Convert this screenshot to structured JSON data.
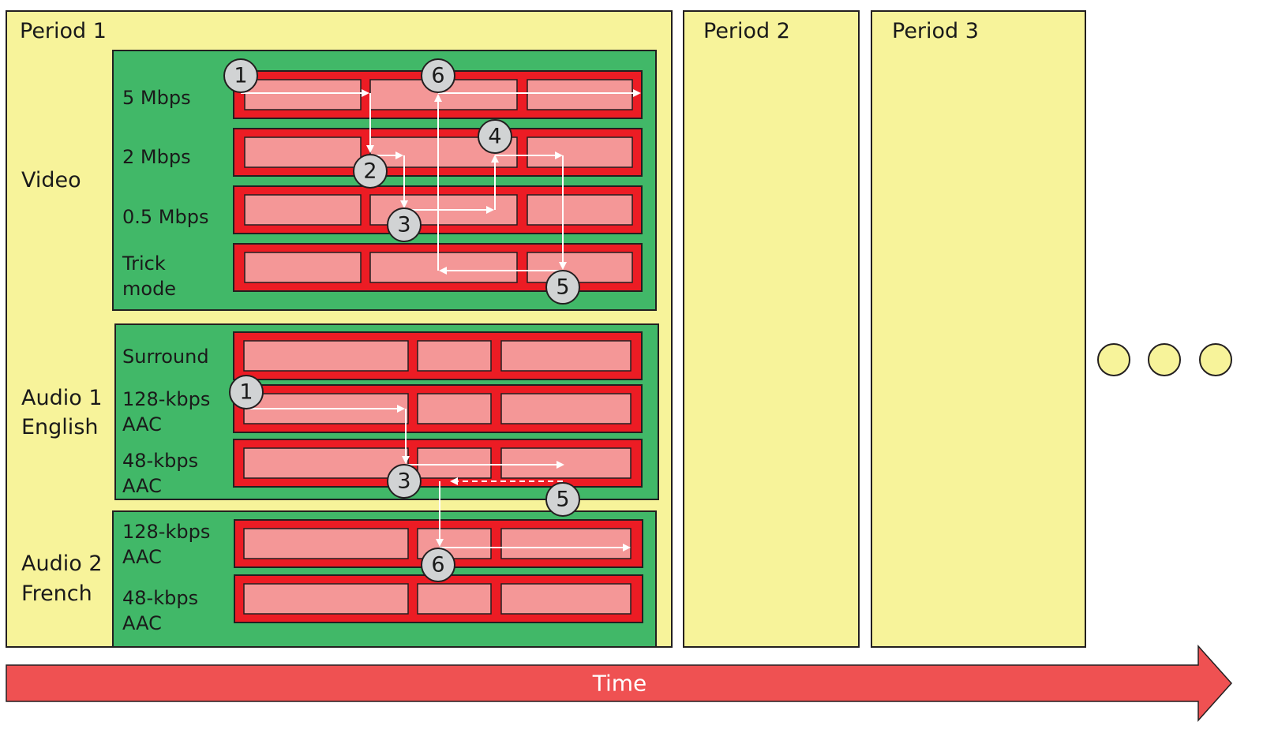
{
  "colors": {
    "period_fill": "#f7f39a",
    "adaptation_fill": "#41b868",
    "representation_fill": "#ec1c24",
    "segment_fill": "#f49797",
    "marker_fill": "#d1d3d4",
    "arrow": "#ffffff",
    "time_arrow": "#ef5152",
    "outline": "#231f20"
  },
  "periods": [
    {
      "title": "Period 1"
    },
    {
      "title": "Period 2"
    },
    {
      "title": "Period 3"
    }
  ],
  "continuation": {
    "icon": "ellipsis-dots",
    "count": 3
  },
  "time_axis": {
    "label": "Time"
  },
  "adaptation_sets": [
    {
      "name": "Video",
      "representations": [
        {
          "label": [
            "5 Mbps"
          ],
          "segments": 3
        },
        {
          "label": [
            "2 Mbps"
          ],
          "segments": 3
        },
        {
          "label": [
            "0.5 Mbps"
          ],
          "segments": 3
        },
        {
          "label": [
            "Trick",
            "mode"
          ],
          "segments": 3
        }
      ]
    },
    {
      "name": "Audio 1 English",
      "name_lines": [
        "Audio 1",
        "English"
      ],
      "representations": [
        {
          "label": [
            "Surround"
          ],
          "segments": 3
        },
        {
          "label": [
            "128-kbps",
            "AAC"
          ],
          "segments": 3
        },
        {
          "label": [
            "48-kbps",
            "AAC"
          ],
          "segments": 3
        }
      ]
    },
    {
      "name": "Audio 2 French",
      "name_lines": [
        "Audio 2",
        "French"
      ],
      "representations": [
        {
          "label": [
            "128-kbps",
            "AAC"
          ],
          "segments": 3
        },
        {
          "label": [
            "48-kbps",
            "AAC"
          ],
          "segments": 3
        }
      ]
    }
  ],
  "video_steps": [
    {
      "n": "1",
      "representation": "5 Mbps"
    },
    {
      "n": "2",
      "representation": "2 Mbps"
    },
    {
      "n": "3",
      "representation": "0.5 Mbps"
    },
    {
      "n": "4",
      "representation": "2 Mbps"
    },
    {
      "n": "5",
      "representation": "Trick mode"
    },
    {
      "n": "6",
      "representation": "5 Mbps"
    }
  ],
  "audio_steps": [
    {
      "n": "1",
      "representation": "Audio 1 128-kbps AAC"
    },
    {
      "n": "3",
      "representation": "Audio 1 48-kbps AAC"
    },
    {
      "n": "5",
      "representation": "Audio 1 48-kbps AAC (paused)"
    },
    {
      "n": "6",
      "representation": "Audio 2 128-kbps AAC"
    }
  ]
}
